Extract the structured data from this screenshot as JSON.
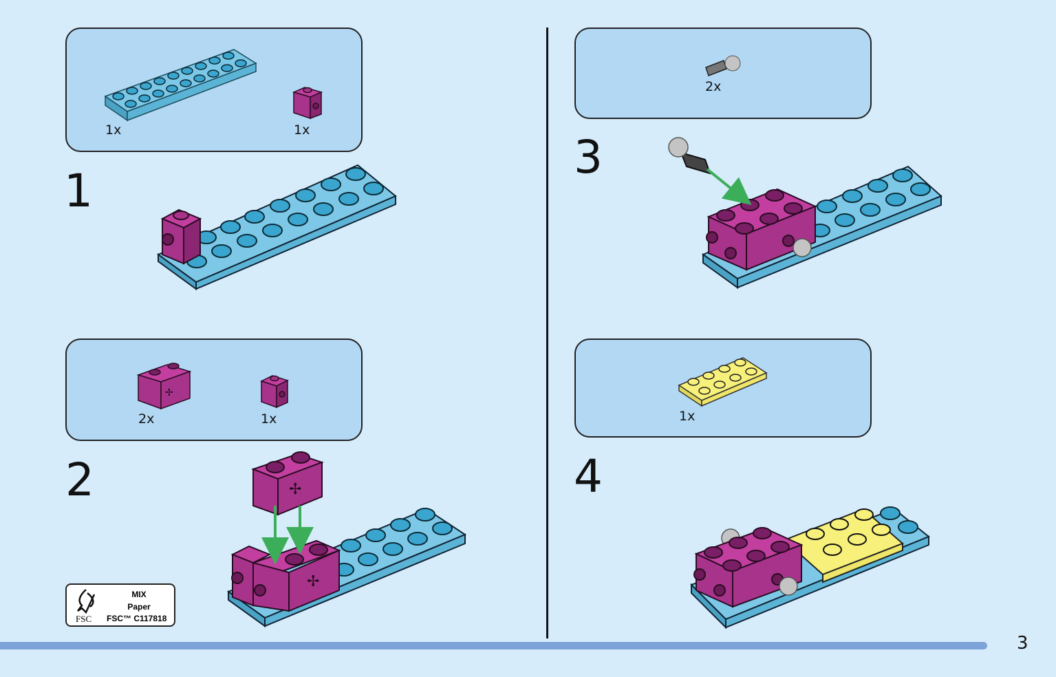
{
  "page": {
    "number": "3"
  },
  "steps": [
    {
      "number": "1",
      "parts": [
        {
          "qty": "1x"
        },
        {
          "qty": "1x"
        }
      ]
    },
    {
      "number": "2",
      "parts": [
        {
          "qty": "2x"
        },
        {
          "qty": "1x"
        }
      ]
    },
    {
      "number": "3",
      "parts": [
        {
          "qty": "2x"
        }
      ]
    },
    {
      "number": "4",
      "parts": [
        {
          "qty": "1x"
        }
      ]
    }
  ],
  "fsc_label": {
    "mix": "MIX",
    "paper": "Paper",
    "fsc": "FSC",
    "code": "FSC™ C117818"
  },
  "colors": {
    "background": "#d6ecfb",
    "panel": "#b3d8f4",
    "plate_blue": "#5bb8db",
    "brick_magenta": "#a8338b",
    "plate_yellow": "#f7f07a",
    "arrow_green": "#3cae5a",
    "pin_grey": "#b8b8b8"
  },
  "icons": {
    "fsc_logo": "tree-checkmark-icon"
  }
}
